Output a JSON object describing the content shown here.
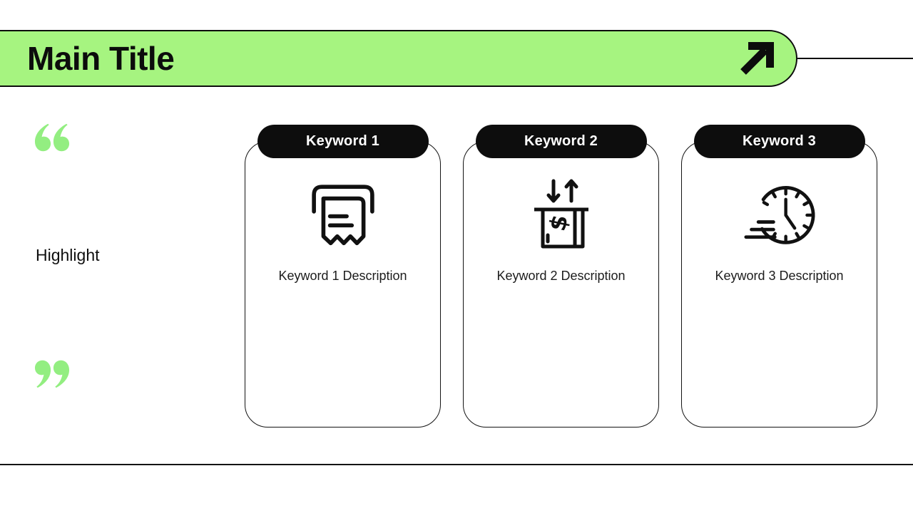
{
  "colors": {
    "accent_green": "#a6f480",
    "quote_green": "#93ee81",
    "ink": "#0d0d0d",
    "card_border": "#141414",
    "pill_bg": "#0d0d0d",
    "pill_text": "#ffffff"
  },
  "header": {
    "title": "Main Title",
    "arrow_icon": "arrow-up-right-icon"
  },
  "left_panel": {
    "open_quote_icon": "open-quote-icon",
    "close_quote_icon": "close-quote-icon",
    "highlight_label": "Highlight"
  },
  "cards": [
    {
      "label": "Keyword 1",
      "description": "Keyword 1 Description",
      "icon": "receipt-icon"
    },
    {
      "label": "Keyword 2",
      "description": "Keyword 2 Description",
      "icon": "cash-deposit-icon"
    },
    {
      "label": "Keyword 3",
      "description": "Keyword 3 Description",
      "icon": "fast-clock-icon"
    }
  ]
}
